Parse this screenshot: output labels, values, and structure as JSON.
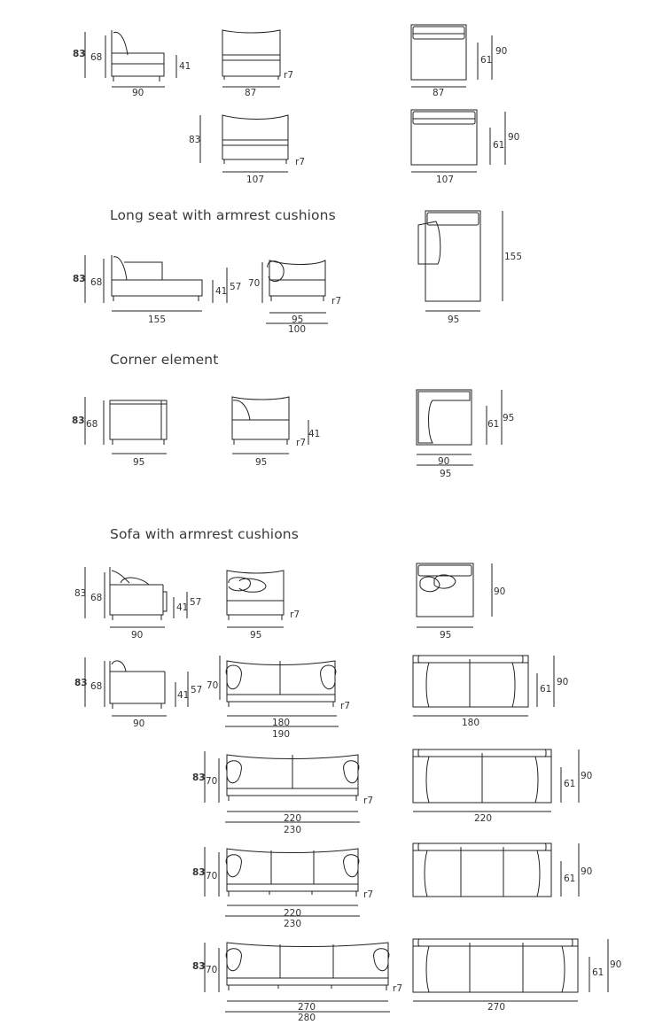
{
  "headings": {
    "long_seat": "Long seat with armrest cushions",
    "corner": "Corner element",
    "sofa": "Sofa with armrest cushions"
  },
  "dimension_labels": {
    "s1_height": "83",
    "s1_seat_back": "68",
    "s1_seat": "41",
    "s1_depth": "90",
    "s1_front_w": "87",
    "s1_foot": "r7",
    "s1_plan_inner": "61",
    "s1_plan_depth": "90",
    "s1_plan_w": "87",
    "s2_height": "83",
    "s2_front_w": "107",
    "s2_foot": "r7",
    "s2_plan_inner": "61",
    "s2_plan_depth": "90",
    "s2_plan_w": "107",
    "ls_height": "83",
    "ls_back": "68",
    "ls_seat": "41",
    "ls_arm": "57",
    "ls_depth": "155",
    "ls_front_h": "70",
    "ls_front_w1": "95",
    "ls_front_w2": "100",
    "ls_foot": "r7",
    "ls_plan_depth": "155",
    "ls_plan_w": "95",
    "ce_height": "83",
    "ce_back": "68",
    "ce_w1": "95",
    "ce_w2": "95",
    "ce_seat": "41",
    "ce_foot": "r7",
    "ce_plan_inner": "61",
    "ce_plan_depth": "95",
    "ce_plan_w1": "90",
    "ce_plan_w2": "95",
    "sa_height": "83",
    "sa_back": "68",
    "sa_seat": "41",
    "sa_arm": "57",
    "sa_depth": "90",
    "sa_front_w": "95",
    "sa_foot": "r7",
    "sa_plan_depth": "90",
    "sa_plan_w": "95",
    "sb_height": "83",
    "sb_back": "68",
    "sb_seat": "41",
    "sb_arm": "57",
    "sb_depth": "90",
    "sb_front_h": "70",
    "sb_front_w1": "180",
    "sb_front_w2": "190",
    "sb_foot": "r7",
    "sb_plan_inner": "61",
    "sb_plan_depth": "90",
    "sb_plan_w": "180",
    "sc_height": "83",
    "sc_front_h": "70",
    "sc_w1": "220",
    "sc_w2": "230",
    "sc_foot": "r7",
    "sc_plan_inner": "61",
    "sc_plan_depth": "90",
    "sc_plan_w": "220",
    "sd_height": "83",
    "sd_front_h": "70",
    "sd_w1": "220",
    "sd_w2": "230",
    "sd_foot": "r7",
    "sd_plan_inner": "61",
    "sd_plan_depth": "90",
    "se_height": "83",
    "se_front_h": "70",
    "se_w1": "270",
    "se_w2": "280",
    "se_foot": "r7",
    "se_plan_inner": "61",
    "se_plan_depth": "90",
    "se_plan_w": "270"
  }
}
